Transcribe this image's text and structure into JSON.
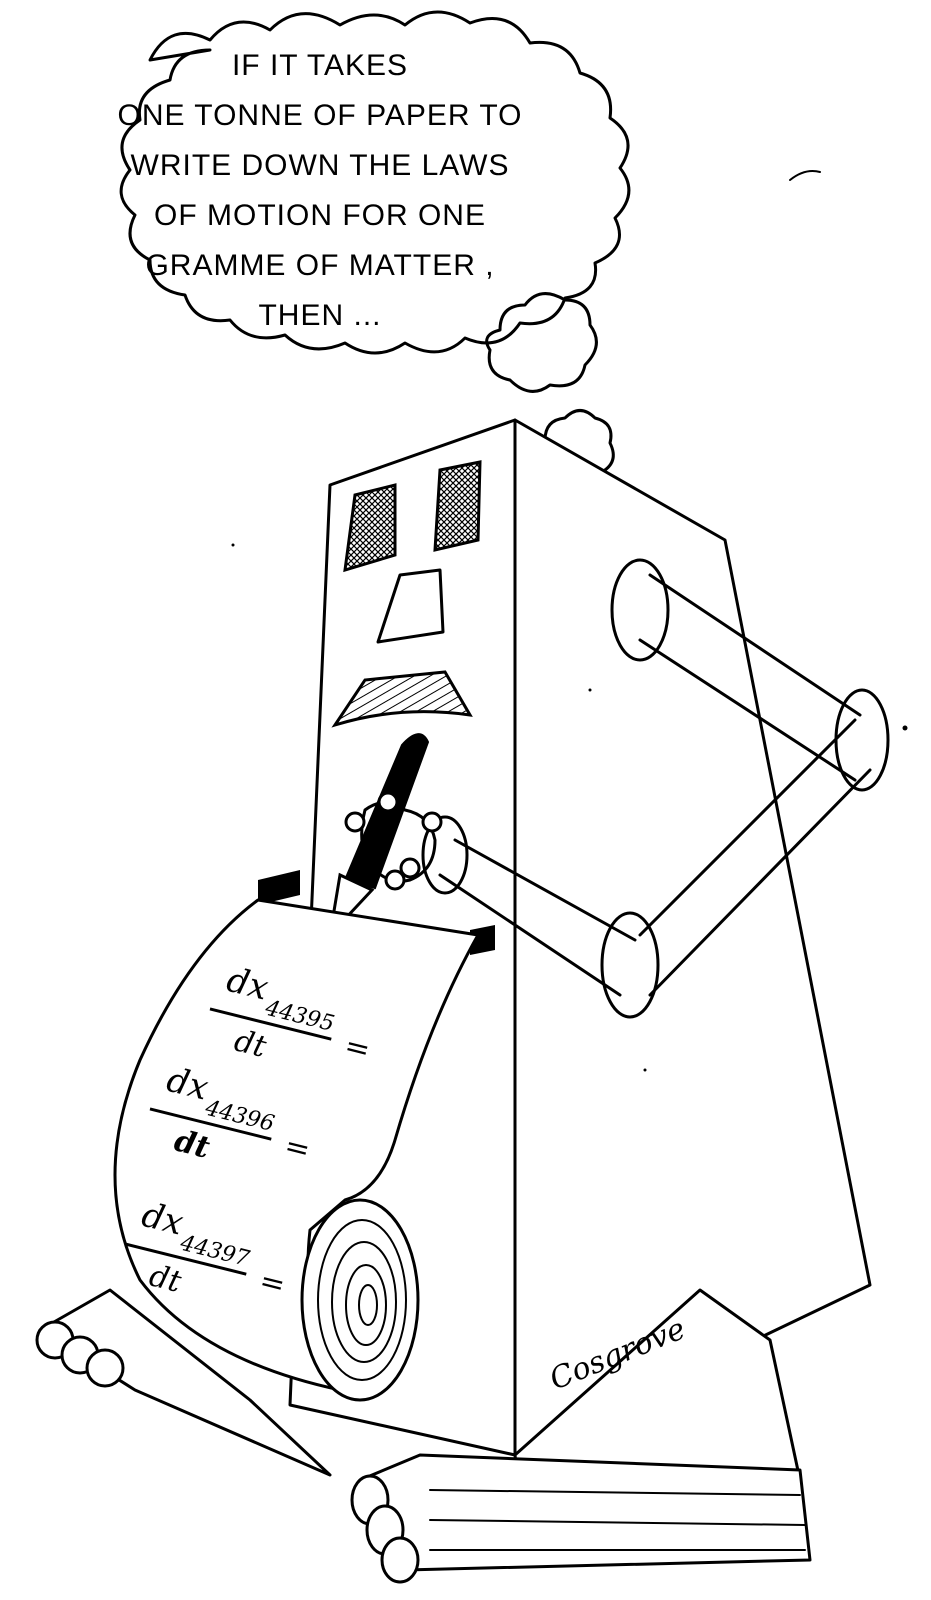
{
  "speech_bubble": {
    "lines": [
      "IF IT TAKES",
      "ONE TONNE OF PAPER TO",
      "WRITE DOWN THE LAWS",
      "OF MOTION FOR ONE",
      "GRAMME OF MATTER ,",
      "THEN ..."
    ]
  },
  "equations": [
    {
      "numerator": "dx",
      "subscript": "44395",
      "denominator": "dt",
      "equals": "="
    },
    {
      "numerator": "dx",
      "subscript": "44396",
      "denominator": "dt",
      "equals": "="
    },
    {
      "numerator": "dx",
      "subscript": "44397",
      "denominator": "dt",
      "equals": "="
    }
  ],
  "signature": "Cosgrove"
}
